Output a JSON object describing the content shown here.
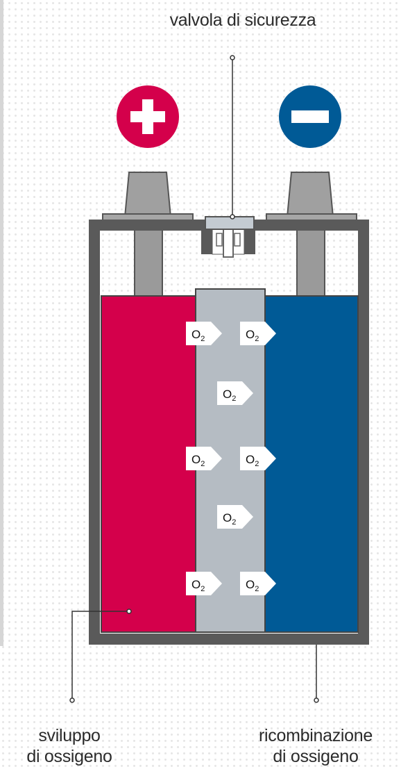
{
  "labels": {
    "valve": "valvola di sicurezza",
    "left_line1": "sviluppo",
    "left_line2": "di ossigeno",
    "right_line1": "ricombinazione",
    "right_line2": "di ossigeno"
  },
  "o2": {
    "symbol": "O",
    "subscript": "2"
  },
  "colors": {
    "positive": "#d4004b",
    "negative": "#005a96",
    "separator": "#b5bcc3",
    "case": "#5a5a5a",
    "terminal": "#9a9a9a"
  },
  "icons": {
    "positive_terminal": "plus-icon",
    "negative_terminal": "minus-icon"
  }
}
